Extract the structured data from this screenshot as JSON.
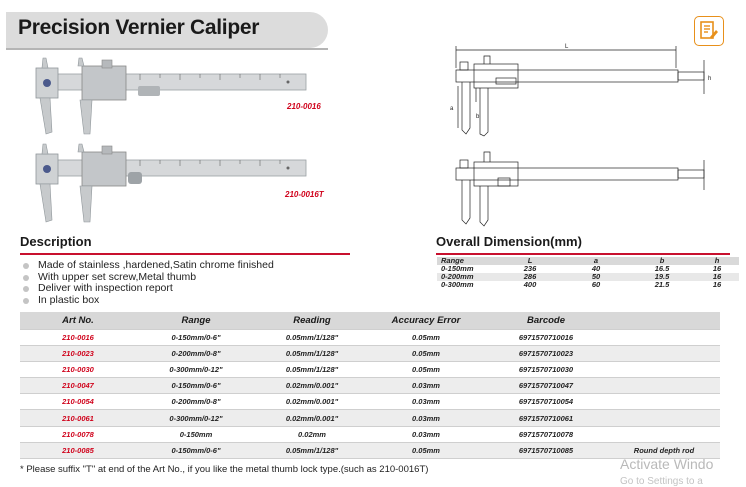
{
  "title": "Precision Vernier Caliper",
  "icon": "document-edit-icon",
  "colors": {
    "accent": "#c8102e",
    "code_red": "#d0021b",
    "header_gray": "#d8d8d8"
  },
  "images": [
    {
      "code": "210-0016"
    },
    {
      "code": "210-0016T"
    }
  ],
  "drawing_labels": {
    "length": "L",
    "depth": "a",
    "width_b": "b",
    "height_h": "h"
  },
  "description": {
    "heading": "Description",
    "items": [
      "Made of stainless ,hardened,Satin chrome finished",
      "With upper set screw,Metal thumb",
      "Deliver with inspection report",
      "In plastic box"
    ]
  },
  "dimension": {
    "heading": "Overall Dimension(mm)",
    "headers": [
      "Range",
      "L",
      "a",
      "b",
      "h"
    ],
    "rows": [
      [
        "0-150mm",
        "236",
        "40",
        "16.5",
        "16"
      ],
      [
        "0-200mm",
        "286",
        "50",
        "19.5",
        "16"
      ],
      [
        "0-300mm",
        "400",
        "60",
        "21.5",
        "16"
      ]
    ]
  },
  "table": {
    "headers": [
      "Art No.",
      "Range",
      "Reading",
      "Accuracy Error",
      "Barcode",
      ""
    ],
    "rows": [
      [
        "210-0016",
        "0-150mm/0-6\"",
        "0.05mm/1/128\"",
        "0.05mm",
        "6971570710016",
        ""
      ],
      [
        "210-0023",
        "0-200mm/0-8\"",
        "0.05mm/1/128\"",
        "0.05mm",
        "6971570710023",
        ""
      ],
      [
        "210-0030",
        "0-300mm/0-12\"",
        "0.05mm/1/128\"",
        "0.05mm",
        "6971570710030",
        ""
      ],
      [
        "210-0047",
        "0-150mm/0-6\"",
        "0.02mm/0.001\"",
        "0.03mm",
        "6971570710047",
        ""
      ],
      [
        "210-0054",
        "0-200mm/0-8\"",
        "0.02mm/0.001\"",
        "0.03mm",
        "6971570710054",
        ""
      ],
      [
        "210-0061",
        "0-300mm/0-12\"",
        "0.02mm/0.001\"",
        "0.03mm",
        "6971570710061",
        ""
      ],
      [
        "210-0078",
        "0-150mm",
        "0.02mm",
        "0.03mm",
        "6971570710078",
        ""
      ],
      [
        "210-0085",
        "0-150mm/0-6\"",
        "0.05mm/1/128\"",
        "0.05mm",
        "6971570710085",
        "Round depth rod"
      ]
    ]
  },
  "footnote": "* Please suffix \"T\" at end of the Art No., if you like the metal thumb lock type.(such as 210-0016T)",
  "watermark": {
    "line1": "Activate Windo",
    "line2": "Go to Settings to a"
  }
}
